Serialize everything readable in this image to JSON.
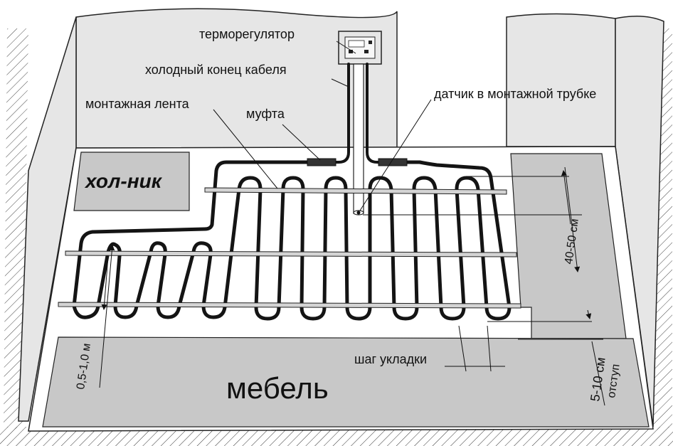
{
  "labels": {
    "thermostat": "терморегулятор",
    "cold_end": "холодный конец кабеля",
    "sensor": "датчик в монтажной трубке",
    "mounting_tape": "монтажная лента",
    "coupling": "муфта",
    "fridge": "хол-ник",
    "furniture": "мебель",
    "step": "шаг укладки",
    "dim_loop": "0,5-1,0 м",
    "dim_side": "40-50 см",
    "dim_offset": "5-10 см",
    "offset": "отступ"
  },
  "colors": {
    "cable": "#141414",
    "wall": "#e6e6e6",
    "furniture_fill": "#c8c8c8",
    "tape": "#d4d4d4",
    "outline": "#222222"
  }
}
